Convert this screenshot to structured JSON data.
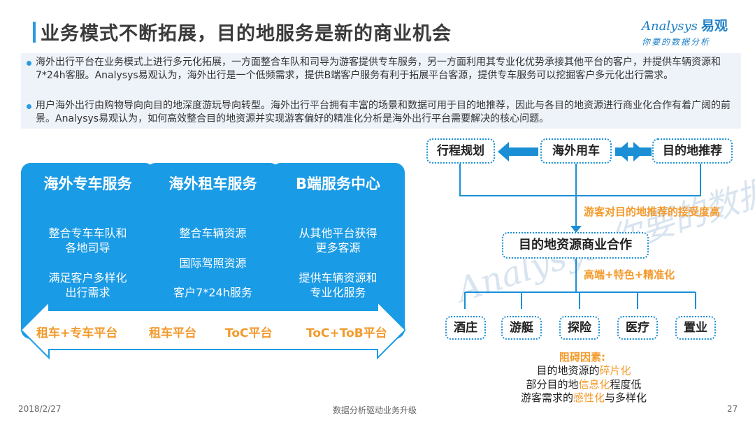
{
  "header": {
    "title": "业务模式不断拓展，目的地服务是新的商业机会",
    "logo_main": "Analysys",
    "logo_cn": "易观",
    "logo_sub": "你要的数据分析"
  },
  "summary": {
    "bullets": [
      "海外出行平台在业务模式上进行多元化拓展，一方面整合车队和司导为游客提供专车服务，另一方面利用其专业化优势承接其他平台的客户，并提供车辆资源和7*24h客服。Analysys易观认为，海外出行是一个低频需求，提供B端客户服务有利于拓展平台客源，提供专车服务可以挖掘客户多元化出行需求。",
      "用户海外出行由购物导向向目的地深度游玩导向转型。海外出行平台拥有丰富的场景和数据可用于目的地推荐，因此与各目的地资源进行商业化合作有着广阔的前景。Analysys易观认为，如何高效整合目的地资源并实现游客偏好的精准化分析是海外出行平台需要解决的核心问题。"
    ]
  },
  "services": [
    {
      "title": "海外专车服务",
      "lines": [
        "整合专车车队和",
        "各地司导",
        "满足客户多样化",
        "出行需求"
      ],
      "band": "租车+专车平台"
    },
    {
      "title": "海外租车服务",
      "lines": [
        "整合车辆资源",
        "国际驾照资源",
        "客户7*24h服务"
      ],
      "band": "租车平台",
      "band2": "ToC平台"
    },
    {
      "title": "B端服务中心",
      "lines": [
        "从其他平台获得",
        "更多客源",
        "提供车辆资源和",
        "专业化服务"
      ],
      "band": "ToC+ToB平台"
    }
  ],
  "diagram": {
    "top": {
      "left": "行程规划",
      "center": "海外用车",
      "right": "目的地推荐"
    },
    "link1": "游客对目的地推荐的接受度高",
    "middle": "目的地资源商业合作",
    "link2": "高端+特色+精准化",
    "leaves": [
      "酒庄",
      "游艇",
      "探险",
      "医疗",
      "置业"
    ],
    "obstacles": {
      "title": "阻碍因素:",
      "lines": [
        {
          "pre": "目的地资源的",
          "hl": "碎片化",
          "post": ""
        },
        {
          "pre": "部分目的地",
          "hl": "信息化",
          "post": "程度低"
        },
        {
          "pre": "游客需求的",
          "hl": "感性化",
          "post": "与多样化"
        }
      ]
    },
    "watermark": "Analysys 你要的数据分析"
  },
  "colors": {
    "accent": "#1a9be6",
    "orange": "#f39a2c",
    "summary_bg": "#eef3fa"
  },
  "footer": {
    "date": "2018/2/27",
    "center": "数据分析驱动业务升级",
    "page": "27"
  }
}
